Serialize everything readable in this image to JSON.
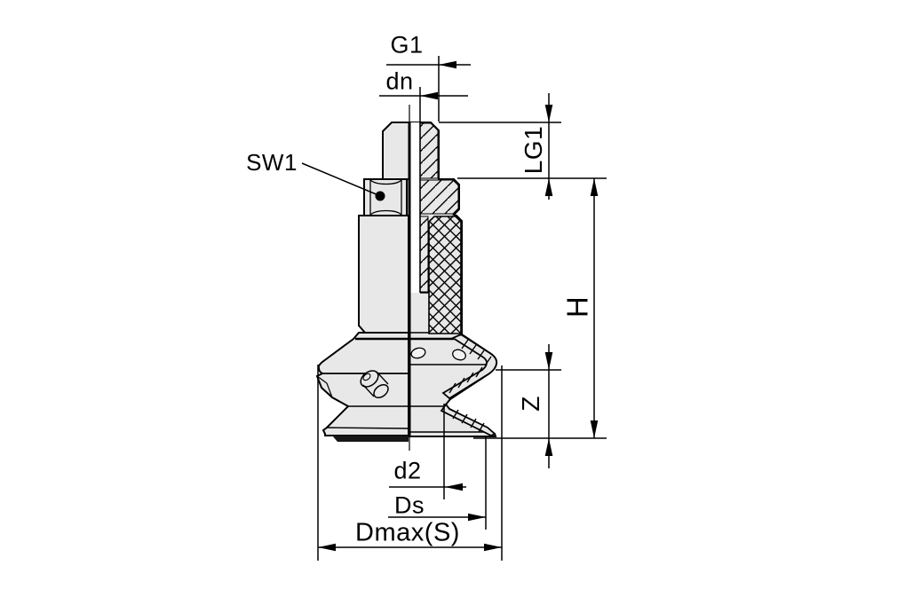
{
  "drawing": {
    "view": "half-section technical drawing",
    "labels": {
      "g1": "G1",
      "dn": "dn",
      "sw1": "SW1",
      "lg1": "LG1",
      "h": "H",
      "z": "Z",
      "d2": "d2",
      "ds": "Ds",
      "dmax": "Dmax(S)"
    },
    "colors": {
      "background": "#ffffff",
      "line": "#000000",
      "part_fill": "#e8e8e8",
      "hole_fill": "#f2f2f2",
      "sealing_lip_fill": "#161616"
    }
  }
}
